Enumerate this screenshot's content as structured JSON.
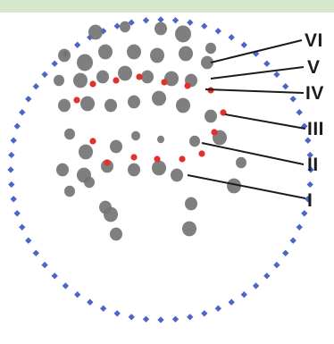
{
  "diagram": {
    "labels": [
      {
        "id": "VI",
        "text": "VI"
      },
      {
        "id": "V",
        "text": "V"
      },
      {
        "id": "IV",
        "text": "IV"
      },
      {
        "id": "III",
        "text": "III"
      },
      {
        "id": "II",
        "text": "II"
      },
      {
        "id": "I",
        "text": "I"
      }
    ],
    "colors": {
      "header_band": "#d6e6cd",
      "outer_dots": "#4a66c8",
      "red_dots": "#e0322a",
      "gray_blobs": "#747474",
      "leader_lines": "#1b1b1b"
    }
  }
}
